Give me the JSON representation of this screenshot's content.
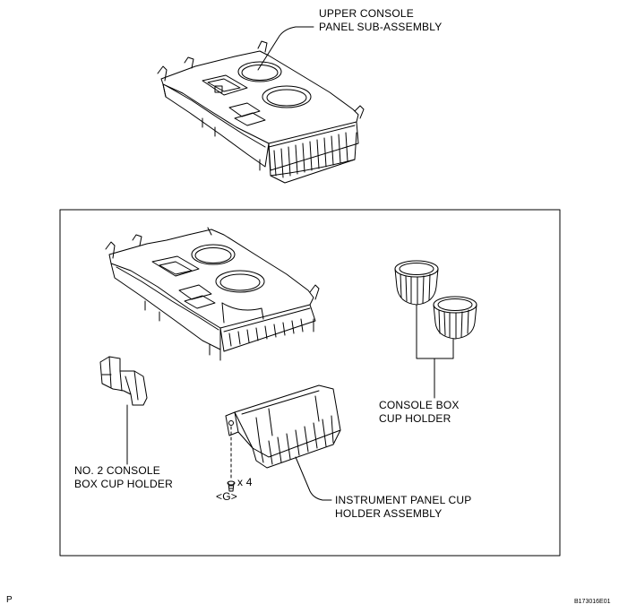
{
  "labels": {
    "upper_console": {
      "line1": "UPPER CONSOLE",
      "line2": "PANEL SUB-ASSEMBLY"
    },
    "console_box_cup_holder": {
      "line1": "CONSOLE BOX",
      "line2": "CUP HOLDER"
    },
    "no2_console_box_cup_holder": {
      "line1": "NO. 2 CONSOLE",
      "line2": "BOX CUP HOLDER"
    },
    "instrument_panel_cup_holder": {
      "line1": "INSTRUMENT PANEL CUP",
      "line2": "HOLDER ASSEMBLY"
    },
    "screw_quantity": "x 4",
    "screw_code": "<G>",
    "page_corner": "P",
    "figure_id": "B173016E01"
  }
}
